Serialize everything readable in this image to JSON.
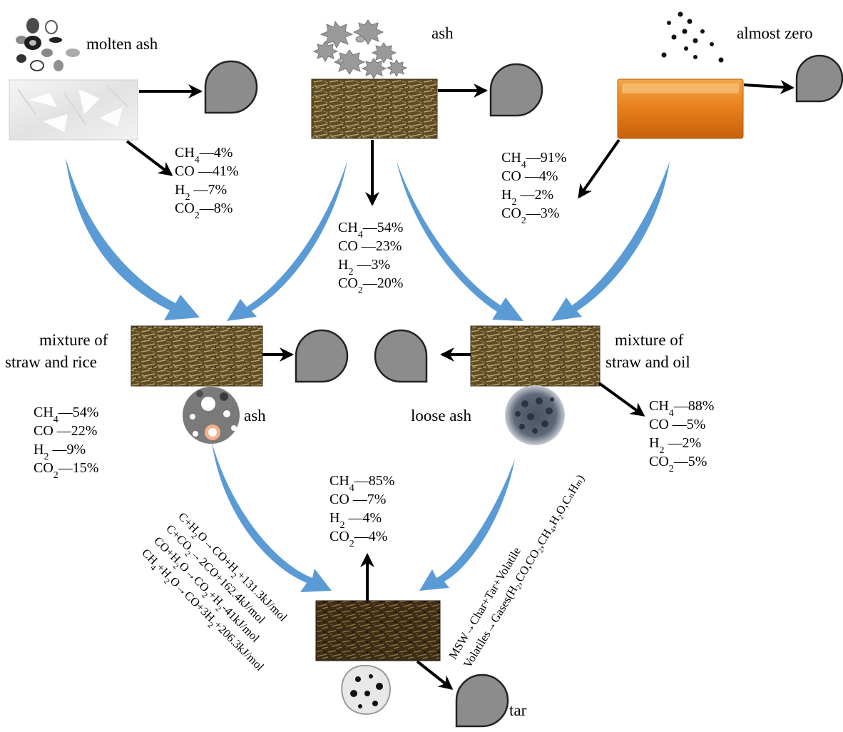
{
  "labels": {
    "molten_ash": "molten ash",
    "ash_top": "ash",
    "almost_zero": "almost zero",
    "mixture_rice_line1": "mixture of",
    "mixture_rice_line2": "straw and rice",
    "mixture_oil_line1": "mixture of",
    "mixture_oil_line2": "straw and oil",
    "ash_rice": "ash",
    "loose_ash": "loose ash",
    "tar": "tar"
  },
  "gas_lists": {
    "rice": [
      [
        "CH",
        "4",
        "—4%"
      ],
      [
        "CO ",
        "",
        "—41%"
      ],
      [
        "H",
        "2",
        " —7%"
      ],
      [
        "CO",
        "2",
        "—8%"
      ]
    ],
    "straw": [
      [
        "CH",
        "4",
        "—54%"
      ],
      [
        "CO ",
        "",
        "—23%"
      ],
      [
        "H",
        "2",
        " —3%"
      ],
      [
        "CO",
        "2",
        "—20%"
      ]
    ],
    "oil": [
      [
        "CH",
        "4",
        "—91%"
      ],
      [
        "CO ",
        "",
        "—4%"
      ],
      [
        "H",
        "2",
        " —2%"
      ],
      [
        "CO",
        "2",
        "—3%"
      ]
    ],
    "mix_rice": [
      [
        "CH",
        "4",
        "—54%"
      ],
      [
        "CO ",
        "",
        "—22%"
      ],
      [
        "H",
        "2",
        " —9%"
      ],
      [
        "CO",
        "2",
        "—15%"
      ]
    ],
    "mix_oil": [
      [
        "CH",
        "4",
        "—88%"
      ],
      [
        "CO ",
        "",
        "—5%"
      ],
      [
        "H",
        "2",
        " —2%"
      ],
      [
        "CO",
        "2",
        "—5%"
      ]
    ],
    "bottom": [
      [
        "CH",
        "4",
        "—85%"
      ],
      [
        "CO ",
        "",
        "—7%"
      ],
      [
        "H",
        "2",
        " —4%"
      ],
      [
        "CO",
        "2",
        "—4%"
      ]
    ]
  },
  "reactions": [
    [
      [
        "C+H",
        "2",
        "O→CO+H",
        "2",
        "+131.3kJ/mol"
      ]
    ],
    [
      [
        "C+CO",
        "2",
        "→2CO+162.4kJ/mol"
      ]
    ],
    [
      [
        "CO+H",
        "2",
        "O→CO",
        "2",
        "+H",
        "2",
        "-41kJ/mol"
      ]
    ],
    [
      [
        "CH",
        "4",
        "+H",
        "2",
        "O→CO+3H",
        "2",
        "+206.3kJ/mol"
      ]
    ]
  ],
  "pathway": {
    "line1": "MSW→Char+Tar+Volatile",
    "line2": "Volatiles→Gases(H₂,CO,CO₂,CH₄,H₂O,CₙHₘ)"
  },
  "colors": {
    "blue_arrow": "#5b9bd5",
    "gas_drop": "#8c8c8c",
    "straw": "#7d6a3c",
    "oil": "#e9821c",
    "rice": "#ececec"
  }
}
